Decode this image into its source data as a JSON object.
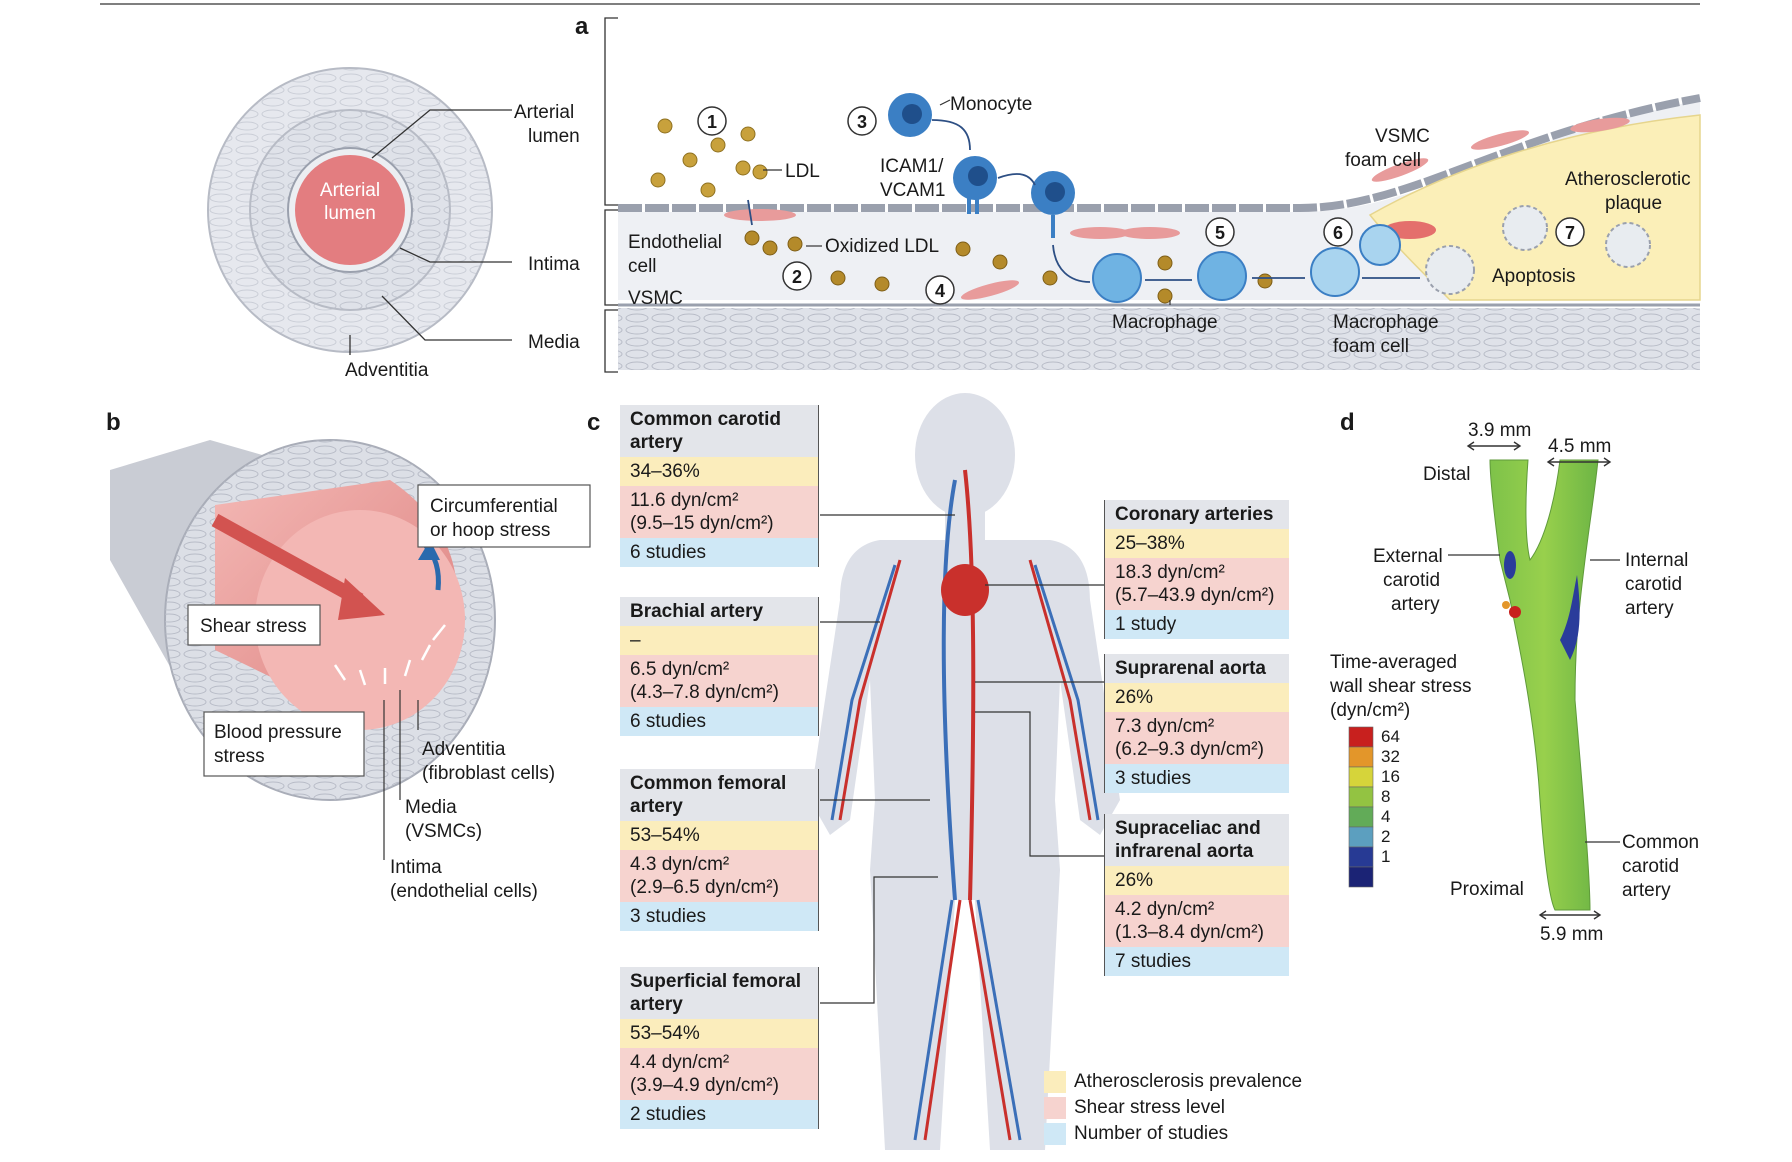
{
  "panels": {
    "a": "a",
    "b": "b",
    "c": "c",
    "d": "d"
  },
  "panel_a": {
    "cross_section": {
      "lumen_inner": "Arterial",
      "lumen_inner2": "lumen",
      "arterial_lumen_1": "Arterial",
      "arterial_lumen_2": "lumen",
      "intima": "Intima",
      "media": "Media",
      "adventitia": "Adventitia"
    },
    "steps": [
      "1",
      "2",
      "3",
      "4",
      "5",
      "6",
      "7"
    ],
    "labels": {
      "ldl": "LDL",
      "oxidized_ldl": "Oxidized LDL",
      "monocyte": "Monocyte",
      "icam1": "ICAM1/",
      "vcam1": "VCAM1",
      "endothelial1": "Endothelial",
      "endothelial2": "cell",
      "vsmc": "VSMC",
      "macrophage": "Macrophage",
      "mfc1": "Macrophage",
      "mfc2": "foam cell",
      "vfc1": "VSMC",
      "vfc2": "foam cell",
      "plaque1": "Atherosclerotic",
      "plaque2": "plaque",
      "apoptosis": "Apoptosis"
    }
  },
  "panel_b": {
    "circumferential1": "Circumferential",
    "circumferential2": "or hoop stress",
    "shear": "Shear stress",
    "bp1": "Blood pressure",
    "bp2": "stress",
    "adv1": "Adventitia",
    "adv2": "(fibroblast cells)",
    "media1": "Media",
    "media2": "(VSMCs)",
    "intima1": "Intima",
    "intima2": "(endothelial cells)"
  },
  "panel_c": {
    "left": [
      {
        "name": [
          "Common carotid",
          "artery"
        ],
        "prevalence": "34–36%",
        "shear": [
          "11.6 dyn/cm²",
          "(9.5–15 dyn/cm²)"
        ],
        "studies": "6 studies"
      },
      {
        "name": [
          "Brachial artery"
        ],
        "prevalence": "–",
        "shear": [
          "6.5 dyn/cm²",
          "(4.3–7.8 dyn/cm²)"
        ],
        "studies": "6 studies"
      },
      {
        "name": [
          "Common femoral",
          "artery"
        ],
        "prevalence": "53–54%",
        "shear": [
          "4.3 dyn/cm²",
          "(2.9–6.5 dyn/cm²)"
        ],
        "studies": "3 studies"
      },
      {
        "name": [
          "Superficial femoral",
          "artery"
        ],
        "prevalence": "53–54%",
        "shear": [
          "4.4 dyn/cm²",
          "(3.9–4.9 dyn/cm²)"
        ],
        "studies": "2 studies"
      }
    ],
    "right": [
      {
        "name": [
          "Coronary arteries"
        ],
        "prevalence": "25–38%",
        "shear": [
          "18.3 dyn/cm²",
          "(5.7–43.9 dyn/cm²)"
        ],
        "studies": "1 study"
      },
      {
        "name": [
          "Suprarenal aorta"
        ],
        "prevalence": "26%",
        "shear": [
          "7.3 dyn/cm²",
          "(6.2–9.3 dyn/cm²)"
        ],
        "studies": "3 studies"
      },
      {
        "name": [
          "Supraceliac and",
          "infrarenal aorta"
        ],
        "prevalence": "26%",
        "shear": [
          "4.2 dyn/cm²",
          "(1.3–8.4 dyn/cm²)"
        ],
        "studies": "7 studies"
      }
    ],
    "legend": [
      {
        "label": "Atherosclerosis prevalence",
        "color": "#fbedbc"
      },
      {
        "label": "Shear stress level",
        "color": "#f6d3cf"
      },
      {
        "label": "Number of studies",
        "color": "#cfe8f6"
      }
    ]
  },
  "panel_d": {
    "dim_top1": "3.9 mm",
    "dim_top2": "4.5 mm",
    "dim_bottom": "5.9 mm",
    "distal": "Distal",
    "proximal": "Proximal",
    "external": [
      "External",
      "carotid",
      "artery"
    ],
    "internal": [
      "Internal",
      "carotid",
      "artery"
    ],
    "common": [
      "Common",
      "carotid",
      "artery"
    ],
    "scale_title": [
      "Time-averaged",
      "wall shear stress",
      "(dyn/cm²)"
    ],
    "scale": [
      {
        "value": "64",
        "color": "#c8201e"
      },
      {
        "value": "32",
        "color": "#e3962a"
      },
      {
        "value": "16",
        "color": "#d6d43a"
      },
      {
        "value": "8",
        "color": "#93c342"
      },
      {
        "value": "4",
        "color": "#62ab58"
      },
      {
        "value": "2",
        "color": "#5c9fbf"
      },
      {
        "value": "1",
        "color": "#273a94"
      },
      {
        "value": "",
        "color": "#1b2375"
      }
    ]
  }
}
